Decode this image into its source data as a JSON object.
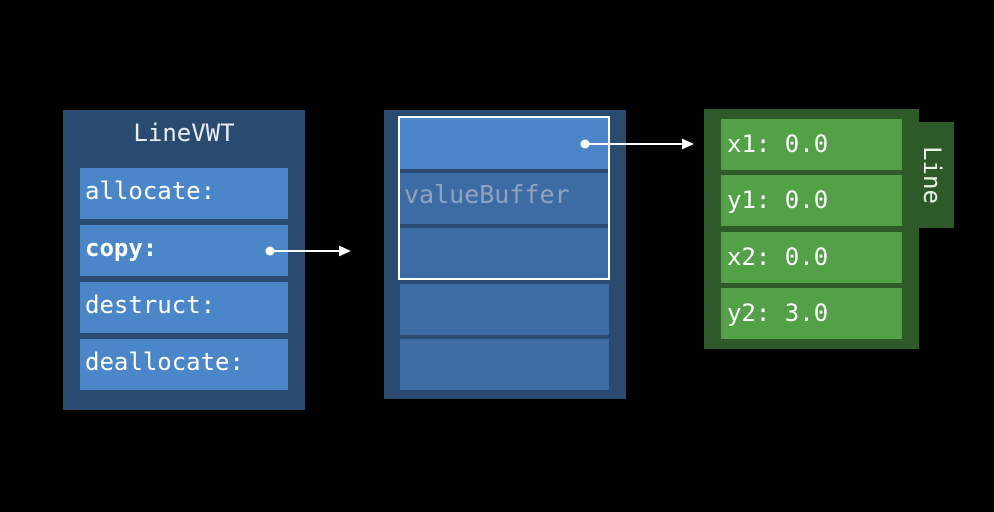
{
  "vwt": {
    "title": "LineVWT",
    "entries": [
      "allocate:",
      "copy:",
      "destruct:",
      "deallocate:"
    ],
    "highlighted": "copy:"
  },
  "buffer": {
    "label": "valueBuffer"
  },
  "line": {
    "title": "Line",
    "fields": [
      "x1: 0.0",
      "y1: 0.0",
      "x2: 0.0",
      "y2: 3.0"
    ]
  },
  "colors": {
    "background": "#000000",
    "blue_panel": "#2b4a70",
    "blue_cell": "#4a86c8",
    "green_panel": "#2e5a2a",
    "green_cell": "#52a146"
  }
}
